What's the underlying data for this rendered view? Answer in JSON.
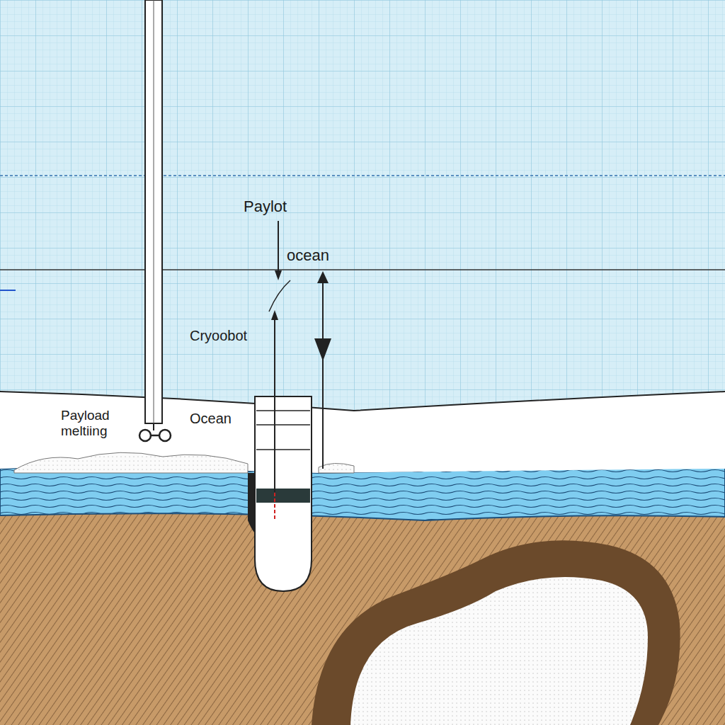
{
  "diagram": {
    "labels": [
      "Paylot",
      "ocean",
      "Cryoobot",
      "Payload meltiing",
      "Ocean"
    ]
  }
}
